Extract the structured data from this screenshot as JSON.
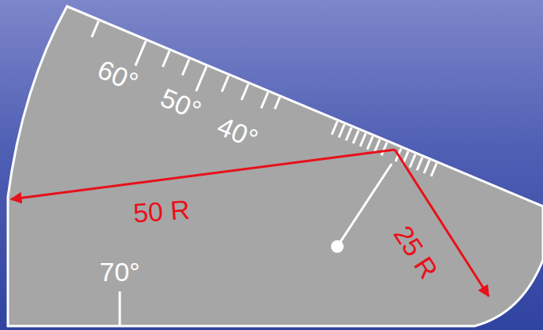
{
  "diagram": {
    "labels": [
      "60°",
      "50°",
      "40°",
      "50 R",
      "70°",
      "25 R"
    ]
  }
}
